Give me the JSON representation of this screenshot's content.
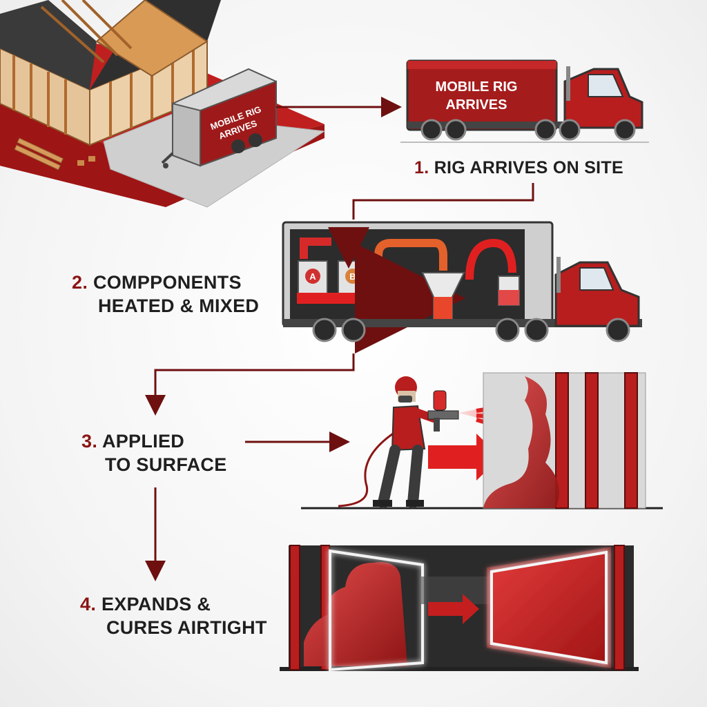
{
  "trailer_small": {
    "line1": "MOBILE RIG",
    "line2": "ARRIVES"
  },
  "trailer_big": {
    "line1": "MOBILE RIG",
    "line2": "ARRIVES"
  },
  "tank_a": "A",
  "tank_b": "B",
  "steps": [
    {
      "number": "1.",
      "line1": "RIG ARRIVES ON SITE"
    },
    {
      "number": "2.",
      "line1": "COMPPONENTS",
      "line2": "HEATED & MIXED"
    },
    {
      "number": "3.",
      "line1": "APPLIED",
      "line2": "TO SURFACE"
    },
    {
      "number": "4.",
      "line1": "EXPANDS &",
      "line2": "CURES AIRTIGHT"
    }
  ],
  "colors": {
    "brand_red": "#8b1414",
    "bright_red": "#e02020",
    "dark": "#2a2a2a",
    "wood": "#c98a4a"
  }
}
